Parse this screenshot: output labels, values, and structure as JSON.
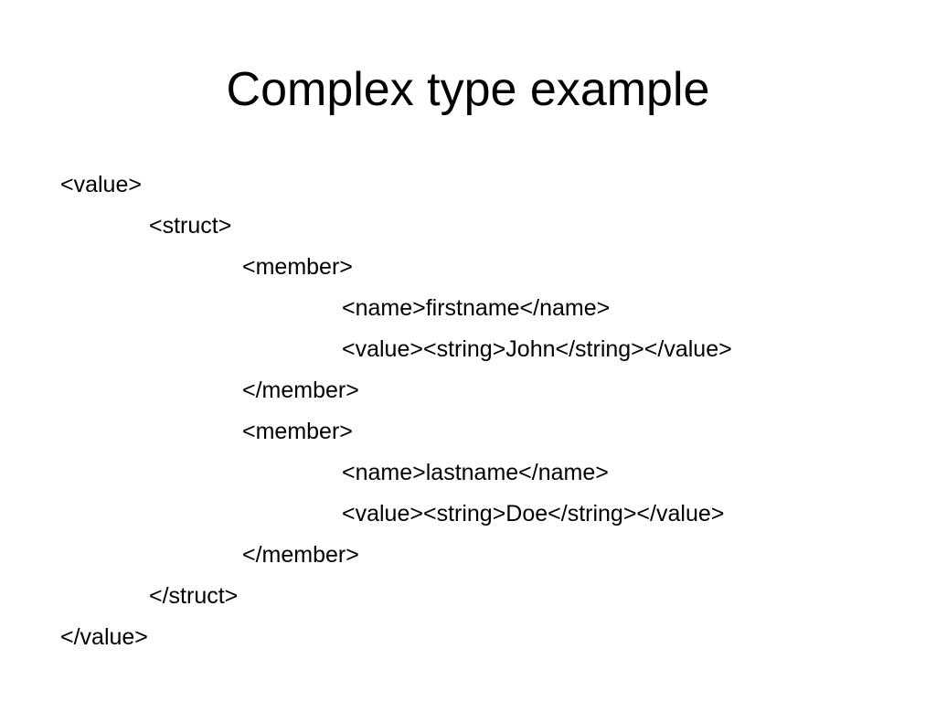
{
  "slide": {
    "title": "Complex type example",
    "lines": [
      "<value>",
      "<struct>",
      "<member>",
      "<name>firstname</name>",
      "<value><string>John</string></value>",
      "</member>",
      "<member>",
      "<name>lastname</name>",
      "<value><string>Doe</string></value>",
      "</member>",
      "</struct>",
      "</value>"
    ]
  }
}
